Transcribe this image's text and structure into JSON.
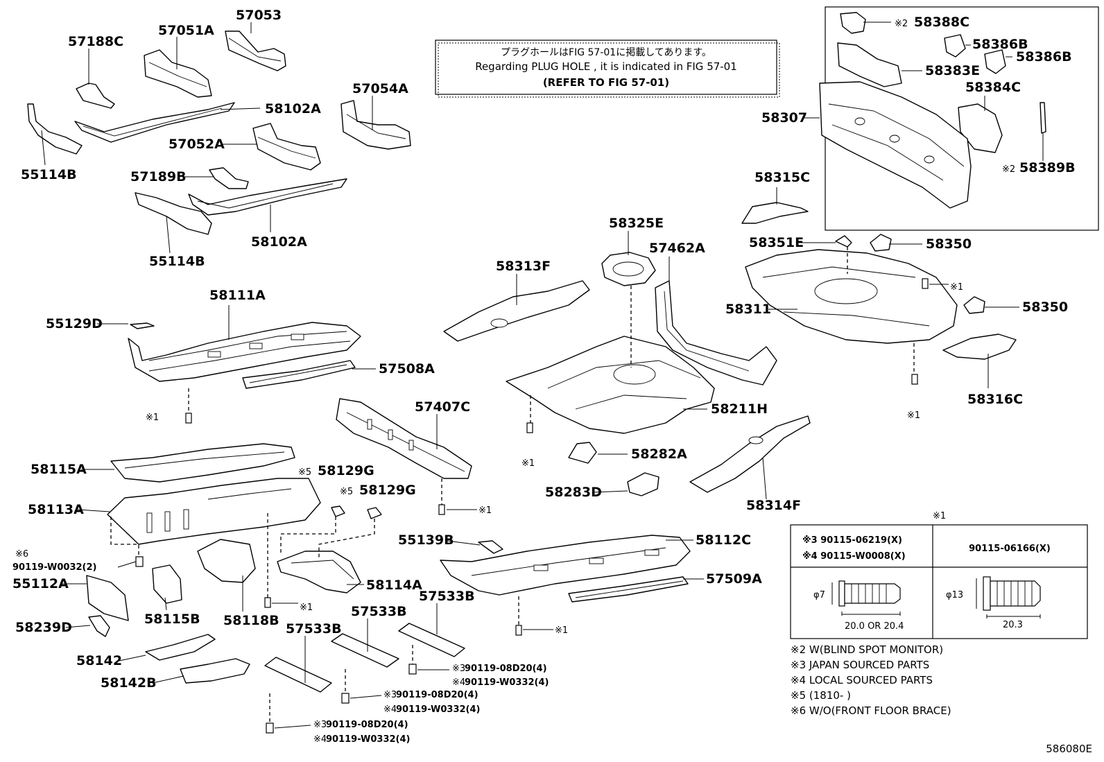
{
  "note_box": {
    "line1": "プラグホールはFIG 57-01に掲載してあります。",
    "line2": "Regarding PLUG HOLE , it is indicated in FIG 57-01",
    "line3": "(REFER TO FIG 57-01)"
  },
  "parts": {
    "p57053": "57053",
    "p57051A": "57051A",
    "p57188C": "57188C",
    "p58102A_top": "58102A",
    "p57054A": "57054A",
    "p57052A": "57052A",
    "p55114B_top": "55114B",
    "p57189B": "57189B",
    "p58102A_low": "58102A",
    "p55114B_low": "55114B",
    "p58111A": "58111A",
    "p55129D": "55129D",
    "p57508A": "57508A",
    "p57407C": "57407C",
    "p58115A": "58115A",
    "p58129G_1": "58129G",
    "p58129G_2": "58129G",
    "p58113A": "58113A",
    "p55112A": "55112A",
    "p58115B": "58115B",
    "p58118B": "58118B",
    "p58114A": "58114A",
    "p58239D": "58239D",
    "p58142": "58142",
    "p58142B": "58142B",
    "p57533B_1": "57533B",
    "p57533B_2": "57533B",
    "p57533B_3": "57533B",
    "p55139B": "55139B",
    "p58112C": "58112C",
    "p57509A": "57509A",
    "p58313F": "58313F",
    "p58325E": "58325E",
    "p57462A": "57462A",
    "p58211H": "58211H",
    "p58282A": "58282A",
    "p58283D": "58283D",
    "p58314F": "58314F",
    "p58315C": "58315C",
    "p58351E": "58351E",
    "p58350_1": "58350",
    "p58350_2": "58350",
    "p58311": "58311",
    "p58316C": "58316C",
    "p58388C": "58388C",
    "p58386B_1": "58386B",
    "p58386B_2": "58386B",
    "p58383E": "58383E",
    "p58384C": "58384C",
    "p58307": "58307",
    "p58389B": "58389B"
  },
  "marks": {
    "x1": "※1",
    "x2": "※2",
    "x5": "※5",
    "x6": "※6",
    "x3": "※3",
    "x4": "※4"
  },
  "bolts": {
    "b6": "90119-W0032(2)",
    "c1_a": "90119-08D20(4)",
    "c1_b": "90119-W0332(4)",
    "c2_a": "90119-08D20(4)",
    "c2_b": "90119-W0332(4)",
    "c3_a": "90119-08D20(4)",
    "c3_b": "90119-W0332(4)"
  },
  "table": {
    "title": "※1",
    "left_line1": "※3 90115-06219(X)",
    "left_line2": "※4 90115-W0008(X)",
    "right": "90115-06166(X)",
    "dia_left": "φ7",
    "len_left": "20.0 OR 20.4",
    "dia_right": "φ13",
    "len_right": "20.3"
  },
  "legend": [
    "※2 W(BLIND SPOT MONITOR)",
    "※3 JAPAN SOURCED PARTS",
    "※4 LOCAL SOURCED PARTS",
    "※5 (1810-      )",
    "※6 W/O(FRONT FLOOR BRACE)"
  ],
  "figure_code": "586080E"
}
